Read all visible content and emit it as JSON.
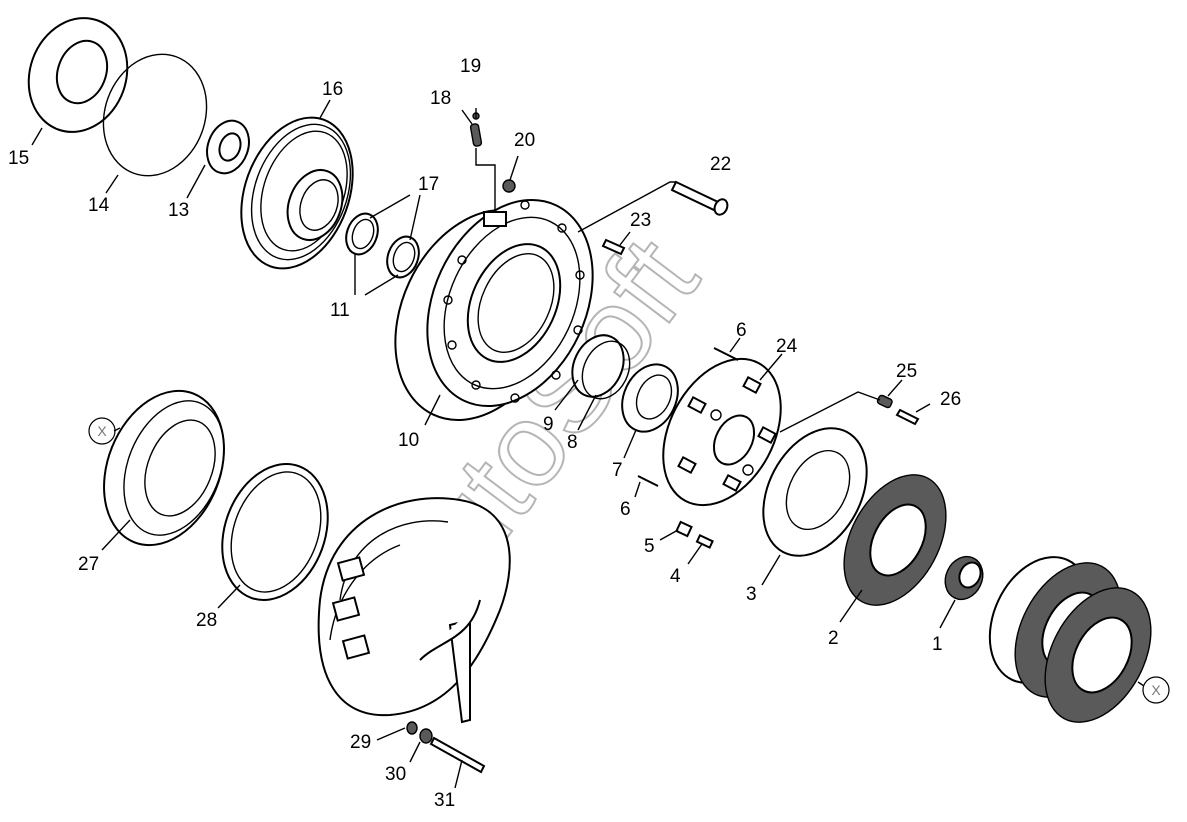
{
  "watermark": "AutoSoft",
  "callouts": [
    {
      "id": "1",
      "label": "1"
    },
    {
      "id": "2",
      "label": "2"
    },
    {
      "id": "3",
      "label": "3"
    },
    {
      "id": "4",
      "label": "4"
    },
    {
      "id": "5",
      "label": "5"
    },
    {
      "id": "6a",
      "label": "6"
    },
    {
      "id": "6b",
      "label": "6"
    },
    {
      "id": "7",
      "label": "7"
    },
    {
      "id": "8",
      "label": "8"
    },
    {
      "id": "9",
      "label": "9"
    },
    {
      "id": "10",
      "label": "10"
    },
    {
      "id": "11",
      "label": "11"
    },
    {
      "id": "13",
      "label": "13"
    },
    {
      "id": "14",
      "label": "14"
    },
    {
      "id": "15",
      "label": "15"
    },
    {
      "id": "16",
      "label": "16"
    },
    {
      "id": "17",
      "label": "17"
    },
    {
      "id": "18",
      "label": "18"
    },
    {
      "id": "19",
      "label": "19"
    },
    {
      "id": "20",
      "label": "20"
    },
    {
      "id": "22",
      "label": "22"
    },
    {
      "id": "23",
      "label": "23"
    },
    {
      "id": "24",
      "label": "24"
    },
    {
      "id": "25",
      "label": "25"
    },
    {
      "id": "26",
      "label": "26"
    },
    {
      "id": "27",
      "label": "27"
    },
    {
      "id": "28",
      "label": "28"
    },
    {
      "id": "29",
      "label": "29"
    },
    {
      "id": "30",
      "label": "30"
    },
    {
      "id": "31",
      "label": "31"
    }
  ],
  "markers": [
    {
      "id": "left",
      "label": "X"
    },
    {
      "id": "right",
      "label": "X"
    }
  ]
}
